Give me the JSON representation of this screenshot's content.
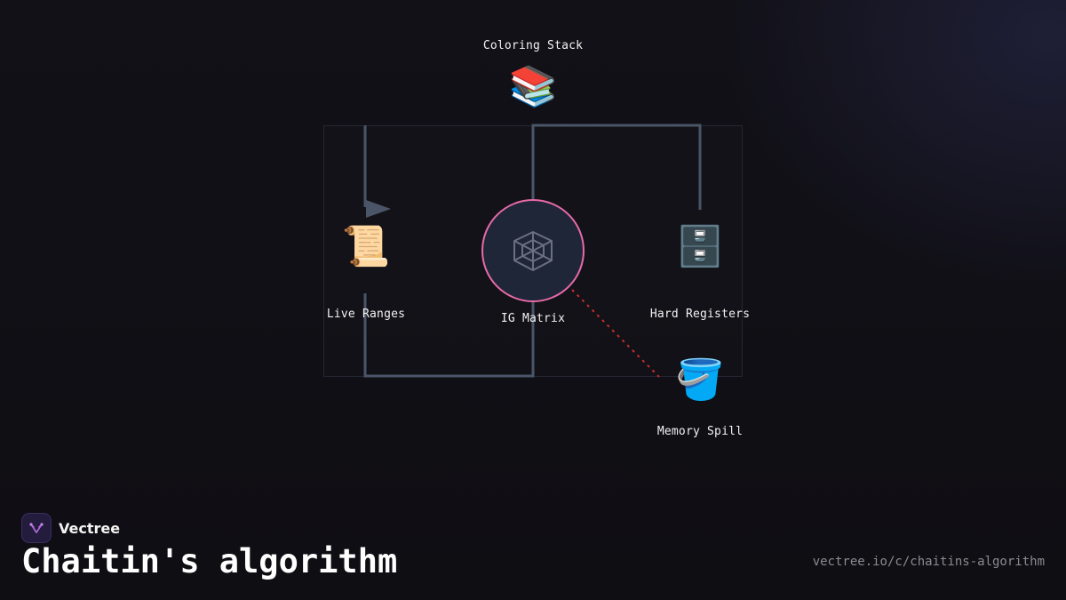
{
  "diagram": {
    "nodes": {
      "coloring_stack": {
        "label": "Coloring Stack",
        "icon": "books-icon",
        "glyph": "📚"
      },
      "live_ranges": {
        "label": "Live Ranges",
        "icon": "scroll-icon",
        "glyph": "📜"
      },
      "ig_matrix": {
        "label": "IG Matrix",
        "icon": "web-icon"
      },
      "hard_registers": {
        "label": "Hard Registers",
        "icon": "file-cabinet-icon",
        "glyph": "🗄️"
      },
      "memory_spill": {
        "label": "Memory Spill",
        "icon": "bucket-icon",
        "glyph": "🪣"
      }
    },
    "colors": {
      "connector": "#4a5568",
      "spill_link": "#c53030",
      "hub_border": "#e86aa8",
      "hub_fill": "#1e2638"
    }
  },
  "footer": {
    "brand": "Vectree",
    "title": "Chaitin's algorithm",
    "url": "vectree.io/c/chaitins-algorithm"
  }
}
